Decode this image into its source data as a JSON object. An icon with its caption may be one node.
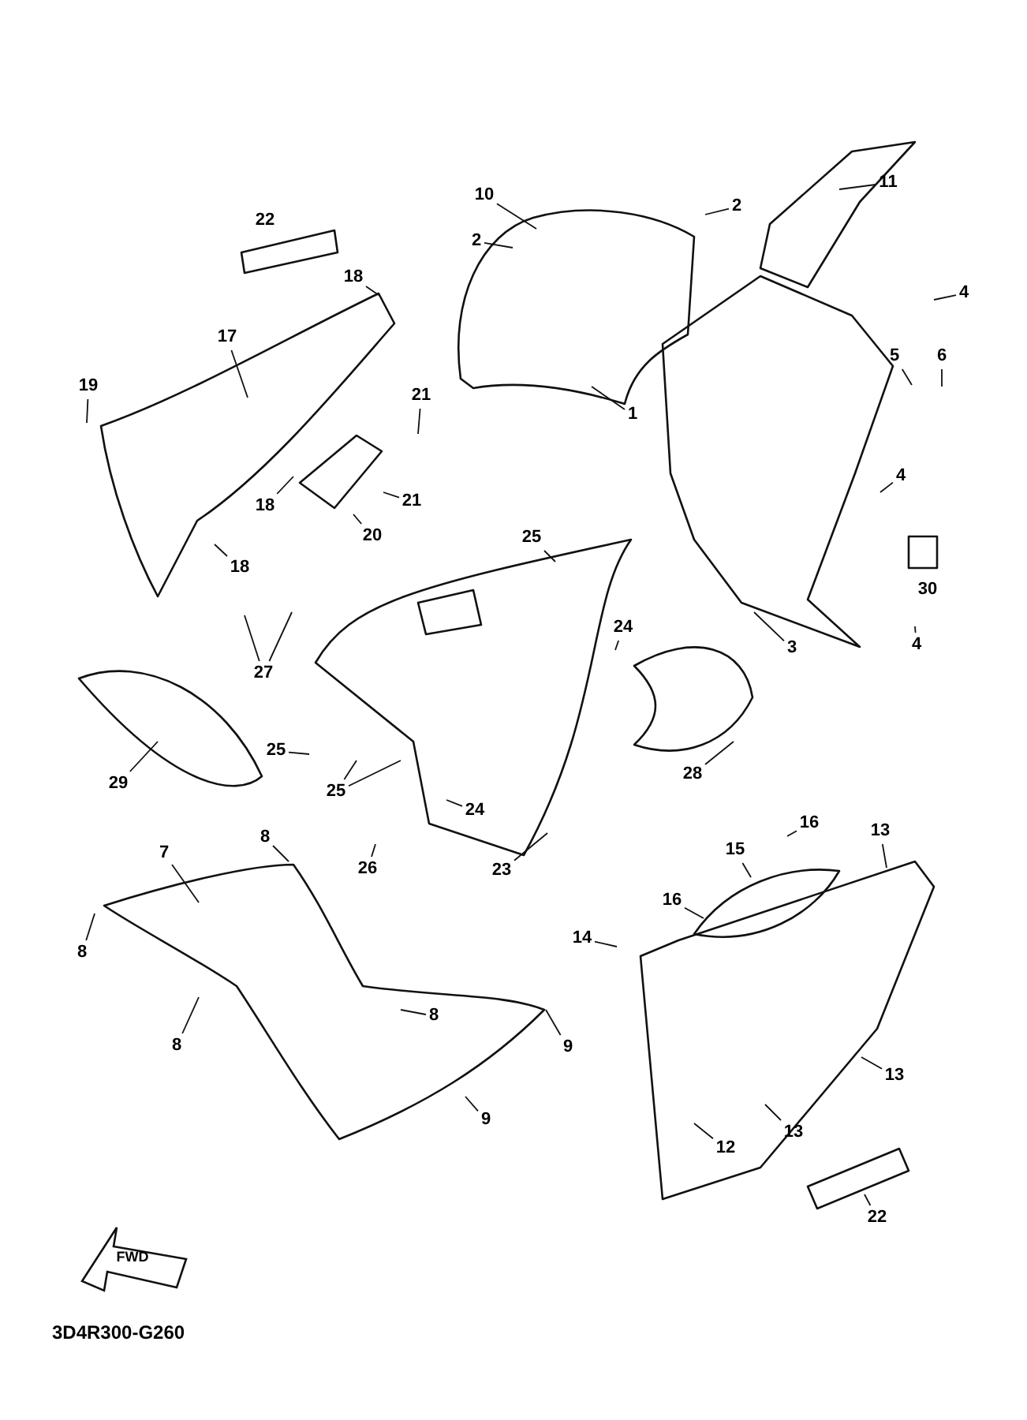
{
  "diagram": {
    "nodes": [
      {
        "text": [
          "10"
        ]
      },
      {
        "text": [
          "2"
        ]
      },
      {
        "text": [
          "2"
        ]
      },
      {
        "text": [
          "11"
        ]
      },
      {
        "text": [
          "18"
        ]
      },
      {
        "text": [
          "4"
        ]
      },
      {
        "text": [
          "17"
        ]
      },
      {
        "text": [
          "5"
        ]
      },
      {
        "text": [
          "6"
        ]
      },
      {
        "text": [
          "19"
        ]
      },
      {
        "text": [
          "21"
        ]
      },
      {
        "text": [
          "1"
        ]
      },
      {
        "text": [
          "4"
        ]
      },
      {
        "text": [
          "18"
        ]
      },
      {
        "text": [
          "21"
        ]
      },
      {
        "text": [
          "20"
        ]
      },
      {
        "text": [
          "25"
        ]
      },
      {
        "text": [
          "18"
        ]
      },
      {
        "text": [
          "4"
        ]
      },
      {
        "text": [
          "3"
        ]
      },
      {
        "text": [
          "24"
        ]
      },
      {
        "text": [
          "27"
        ]
      },
      {
        "text": [
          "25"
        ]
      },
      {
        "text": [
          "28"
        ]
      },
      {
        "text": [
          "29"
        ]
      },
      {
        "text": [
          "25"
        ]
      },
      {
        "text": [
          "24"
        ]
      },
      {
        "text": [
          "16"
        ]
      },
      {
        "text": [
          "13"
        ]
      },
      {
        "text": [
          "8"
        ]
      },
      {
        "text": [
          "7"
        ]
      },
      {
        "text": [
          "15"
        ]
      },
      {
        "text": [
          "23"
        ]
      },
      {
        "text": [
          "26"
        ]
      },
      {
        "text": [
          "16"
        ]
      },
      {
        "text": [
          "14"
        ]
      },
      {
        "text": [
          "8"
        ]
      },
      {
        "text": [
          "8"
        ]
      },
      {
        "text": [
          "8"
        ]
      },
      {
        "text": [
          "9"
        ]
      },
      {
        "text": [
          "13"
        ]
      },
      {
        "text": [
          "9"
        ]
      },
      {
        "text": [
          "13"
        ]
      },
      {
        "text": [
          "12"
        ]
      },
      {
        "text": [
          "22"
        ]
      }
    ],
    "edges": [
      {
        "from": 0,
        "to": null,
        "arrow": "none"
      },
      {
        "from": 1,
        "to": null,
        "arrow": "none"
      },
      {
        "from": 2,
        "to": null,
        "arrow": "none"
      },
      {
        "from": 3,
        "to": null,
        "arrow": "none"
      },
      {
        "from": 4,
        "to": null,
        "arrow": "none"
      },
      {
        "from": 5,
        "to": null,
        "arrow": "none"
      },
      {
        "from": 6,
        "to": null,
        "arrow": "none"
      },
      {
        "from": 7,
        "to": null,
        "arrow": "none"
      },
      {
        "from": 8,
        "to": null,
        "arrow": "none"
      },
      {
        "from": 9,
        "to": null,
        "arrow": "none"
      },
      {
        "from": 10,
        "to": null,
        "arrow": "none"
      },
      {
        "from": 11,
        "to": null,
        "arrow": "none"
      },
      {
        "from": 12,
        "to": null,
        "arrow": "none"
      },
      {
        "from": 13,
        "to": null,
        "arrow": "none"
      },
      {
        "from": 14,
        "to": null,
        "arrow": "none"
      },
      {
        "from": 15,
        "to": null,
        "arrow": "none"
      },
      {
        "from": 16,
        "to": null,
        "arrow": "none"
      },
      {
        "from": 17,
        "to": null,
        "arrow": "none"
      },
      {
        "from": 18,
        "to": null,
        "arrow": "none"
      },
      {
        "from": 19,
        "to": null,
        "arrow": "none"
      },
      {
        "from": 20,
        "to": null,
        "arrow": "none"
      },
      {
        "from": 21,
        "to": null,
        "arrow": "none"
      },
      {
        "from": 21,
        "to": null,
        "arrow": "none"
      },
      {
        "from": 22,
        "to": null,
        "arrow": "none"
      },
      {
        "from": 23,
        "to": null,
        "arrow": "none"
      },
      {
        "from": 24,
        "to": null,
        "arrow": "none"
      },
      {
        "from": 25,
        "to": null,
        "arrow": "none"
      },
      {
        "from": 25,
        "to": null,
        "arrow": "none"
      },
      {
        "from": 26,
        "to": null,
        "arrow": "none"
      },
      {
        "from": 27,
        "to": null,
        "arrow": "none"
      },
      {
        "from": 28,
        "to": null,
        "arrow": "none"
      },
      {
        "from": 29,
        "to": null,
        "arrow": "none"
      },
      {
        "from": 30,
        "to": null,
        "arrow": "none"
      },
      {
        "from": 31,
        "to": null,
        "arrow": "none"
      },
      {
        "from": 32,
        "to": null,
        "arrow": "none"
      },
      {
        "from": 33,
        "to": null,
        "arrow": "none"
      },
      {
        "from": 34,
        "to": null,
        "arrow": "none"
      },
      {
        "from": 35,
        "to": null,
        "arrow": "none"
      },
      {
        "from": 36,
        "to": null,
        "arrow": "none"
      },
      {
        "from": 37,
        "to": null,
        "arrow": "none"
      },
      {
        "from": 38,
        "to": null,
        "arrow": "none"
      },
      {
        "from": 39,
        "to": null,
        "arrow": "none"
      },
      {
        "from": 40,
        "to": null,
        "arrow": "none"
      },
      {
        "from": 41,
        "to": null,
        "arrow": "none"
      },
      {
        "from": 42,
        "to": null,
        "arrow": "none"
      },
      {
        "from": 43,
        "to": null,
        "arrow": "none"
      },
      {
        "from": 44,
        "to": null,
        "arrow": "none"
      }
    ],
    "labels": [
      "22",
      "30",
      "FWD",
      "3D4R300-G260"
    ]
  }
}
